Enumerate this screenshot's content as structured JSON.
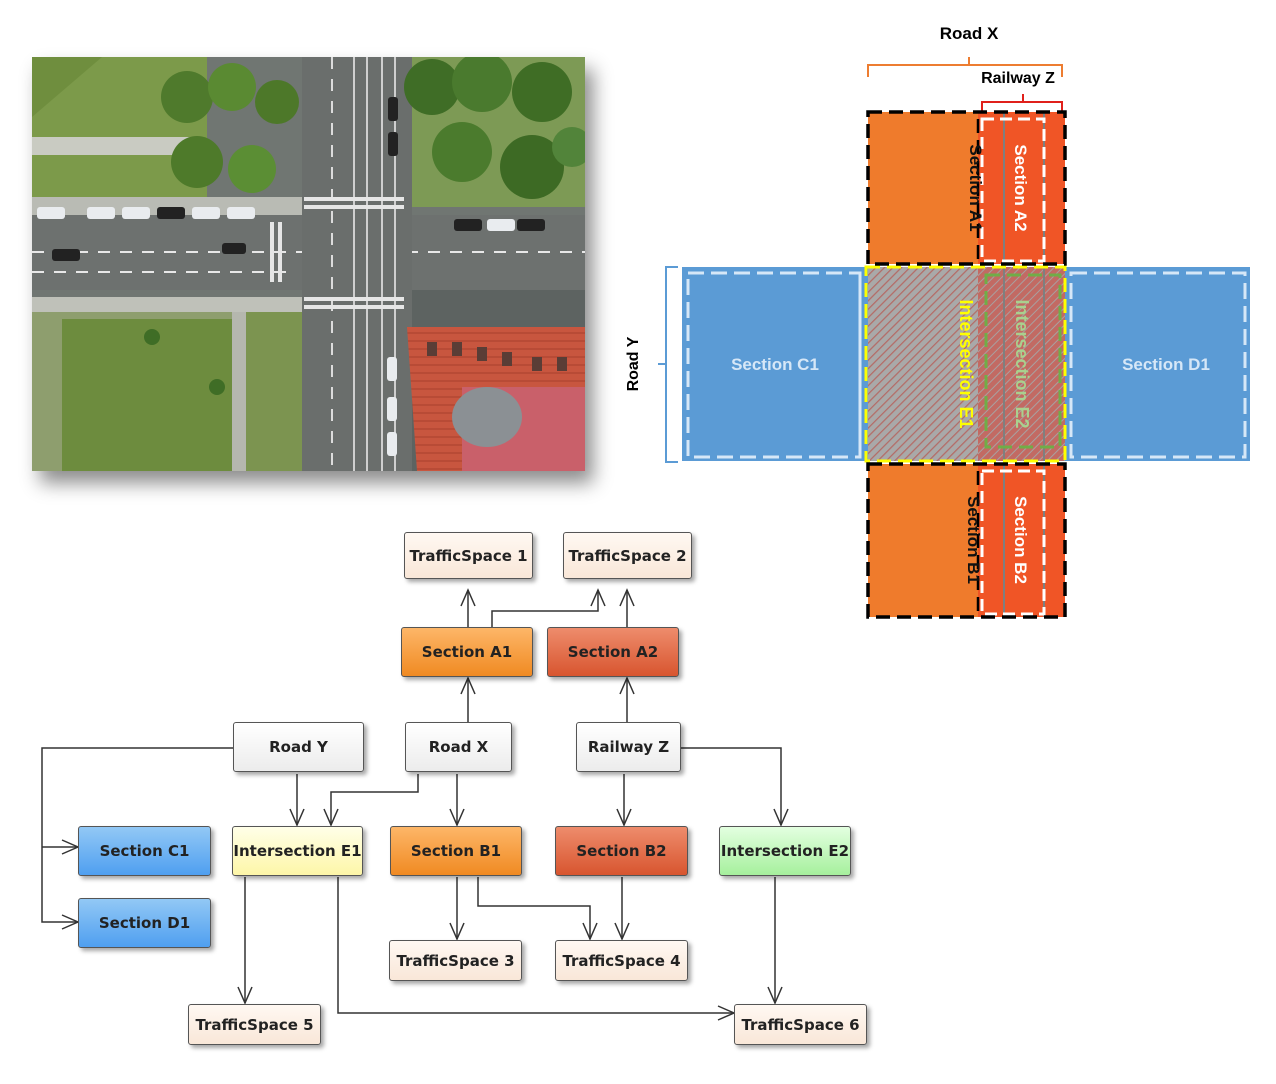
{
  "sketch": {
    "road_x_label": "Road X",
    "railway_z_label": "Railway Z",
    "road_y_label": "Road Y",
    "sections": {
      "a1": "Section A1",
      "a2": "Section A2",
      "b1": "Section B1",
      "b2": "Section B2",
      "c1": "Section C1",
      "d1": "Section D1",
      "e1": "Intersection E1",
      "e2": "Intersection E2"
    },
    "colors": {
      "orange": "#ef7b2c",
      "red_orange": "#f05526",
      "blue": "#5b9bd5",
      "hatch": "#b27a78",
      "e1_border": "#ffff00",
      "e2_border": "#70ad47",
      "bracket_x": "#ed7d31",
      "bracket_z": "#e0201b",
      "bracket_y": "#5b9bd5"
    }
  },
  "tree": {
    "nodes": {
      "ts1": "TrafficSpace 1",
      "ts2": "TrafficSpace 2",
      "a1": "Section A1",
      "a2": "Section A2",
      "road_y": "Road Y",
      "road_x": "Road X",
      "railway_z": "Railway Z",
      "c1": "Section C1",
      "e1": "Intersection E1",
      "b1": "Section B1",
      "b2": "Section B2",
      "e2": "Intersection E2",
      "d1": "Section D1",
      "ts3": "TrafficSpace 3",
      "ts4": "TrafficSpace 4",
      "ts5": "TrafficSpace 5",
      "ts6": "TrafficSpace 6"
    }
  }
}
